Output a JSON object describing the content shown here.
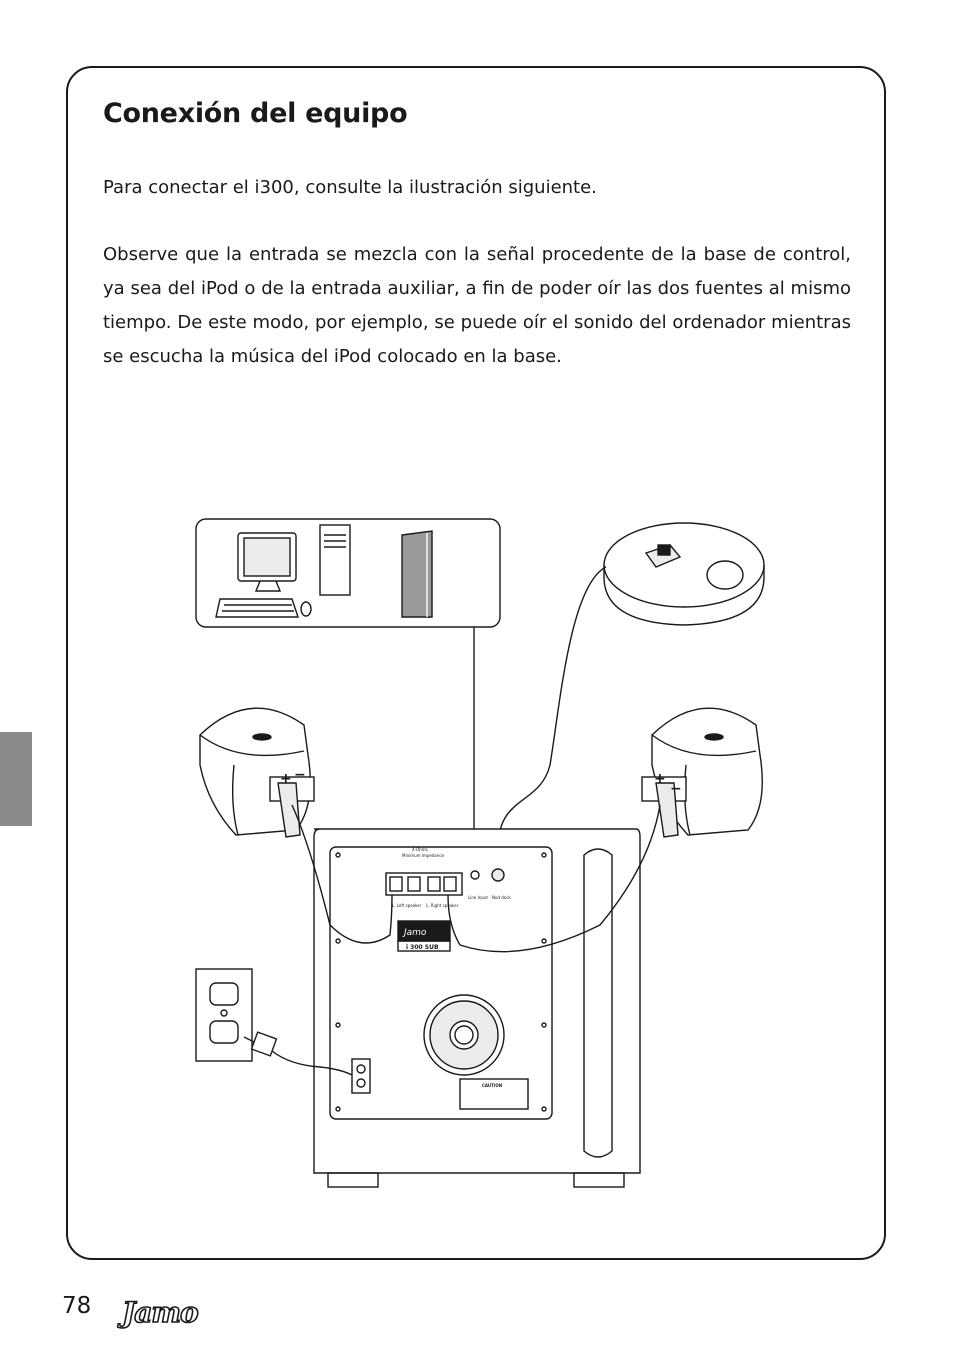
{
  "page": {
    "title": "Conexión del equipo",
    "paragraph_1": "Para conectar el i300, consulte la ilustración siguiente.",
    "paragraph_2": "Observe que la entrada se mezcla con la señal procedente de la base de control, ya sea del iPod o de la entrada auxiliar, a fin de poder oír las dos fuentes al mismo tiempo. De este modo, por ejemplo, se puede oír el sonido del ordenador mientras se escucha la música del iPod colocado en la base.",
    "page_number": "78",
    "brand": "Jamo"
  },
  "diagram": {
    "impedance_label_1": "4-Ohms",
    "impedance_label_2": "Minimum Impedance",
    "left_speaker_label": "L. Left speaker",
    "right_speaker_label": "L. Right speaker",
    "line_input_label": "Line Input",
    "nod_dock_label": "Nod dock",
    "model_label": "i 300 SUB",
    "sub_brand": "Jamo",
    "caution_label": "CAUTION",
    "plus_sign": "+",
    "minus_sign": "−"
  },
  "colors": {
    "ink": "#1a1a1a",
    "tab_gray": "#8a8a8a"
  }
}
